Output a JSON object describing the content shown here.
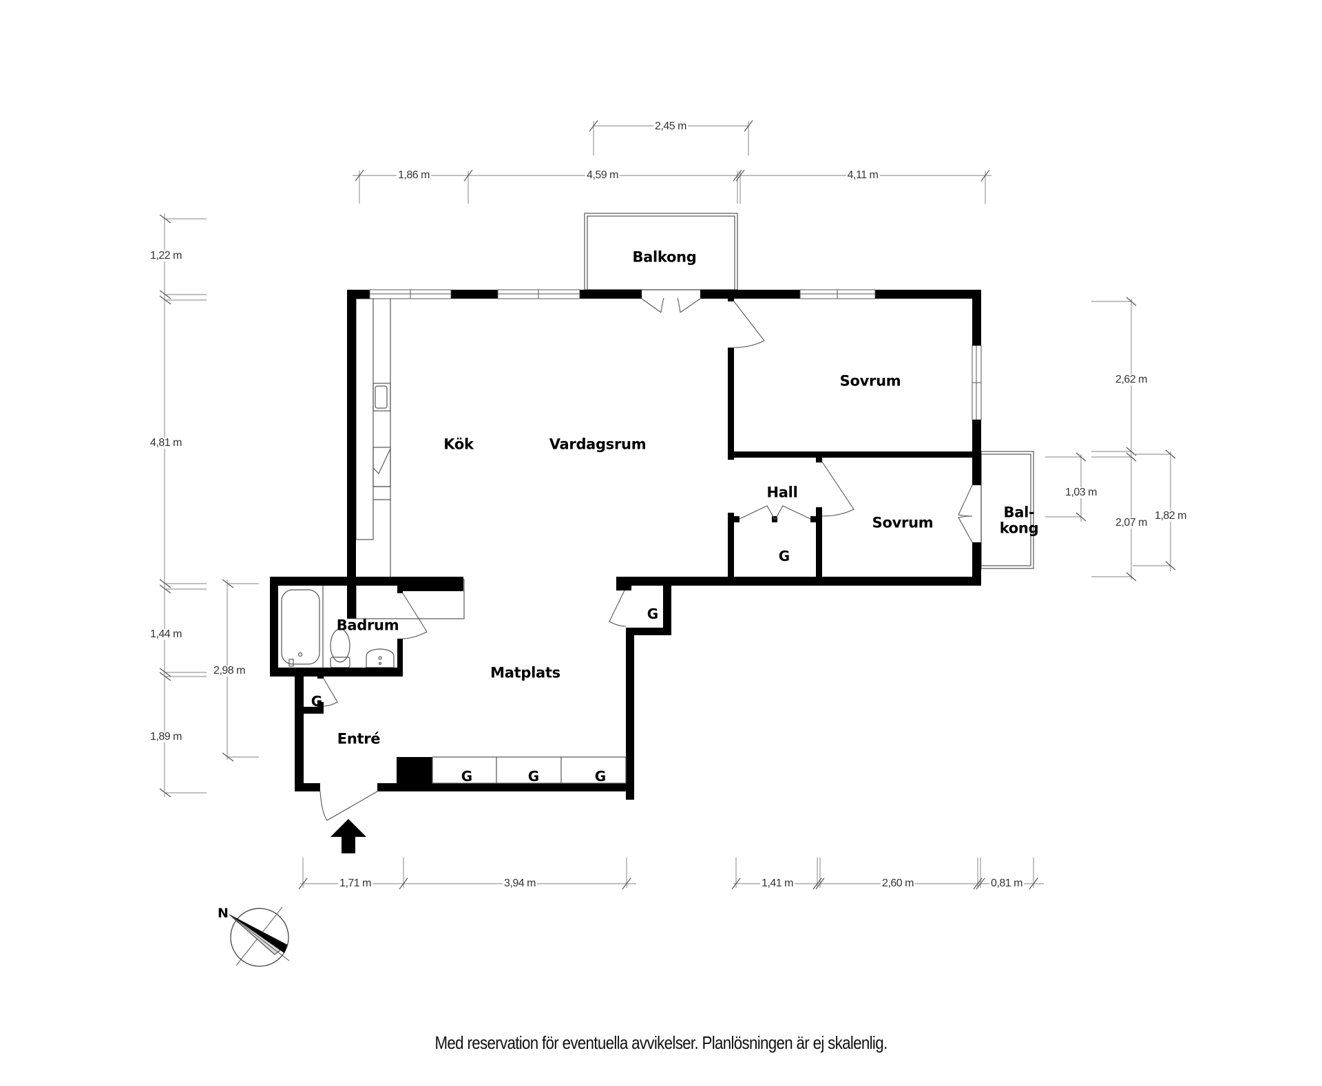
{
  "rooms": {
    "balkong_top": "Balkong",
    "kok": "Kök",
    "vardagsrum": "Vardagsrum",
    "sovrum_1": "Sovrum",
    "sovrum_2": "Sovrum",
    "hall": "Hall",
    "balkong_side": "Bal-\nkong",
    "badrum": "Badrum",
    "matplats": "Matplats",
    "entre": "Entré"
  },
  "storage_label": "G",
  "storage": [
    "G",
    "G",
    "G",
    "G",
    "G",
    "G"
  ],
  "dimensions": {
    "top": {
      "balcony_width": "2,45 m",
      "seg1": "1,86 m",
      "seg2": "4,59 m",
      "seg3": "4,11 m"
    },
    "left": {
      "balcony_depth": "1,22 m",
      "living_height": "4,81 m",
      "bath_height": "1,44 m",
      "entry_height": "1,89 m",
      "bath_entry_total": "2,98 m"
    },
    "right": {
      "bedroom1_height": "2,62 m",
      "bedroom2_height": "2,07 m",
      "balcony_door": "1,03 m",
      "balcony_side_height": "1,82 m"
    },
    "bottom": {
      "seg1": "1,71 m",
      "seg2": "3,94 m",
      "seg3": "1,41 m",
      "seg4": "2,60 m",
      "seg5": "0,81 m"
    }
  },
  "compass": {
    "label": "N"
  },
  "footer": {
    "disclaimer": "Med reservation för eventuella avvikelser. Planlösningen är ej skalenlig."
  },
  "colors": {
    "wall": "#000000",
    "dimension_line": "#9a9a9a",
    "fixture_line": "#555555",
    "compass_shade": "#d9d9d9"
  }
}
